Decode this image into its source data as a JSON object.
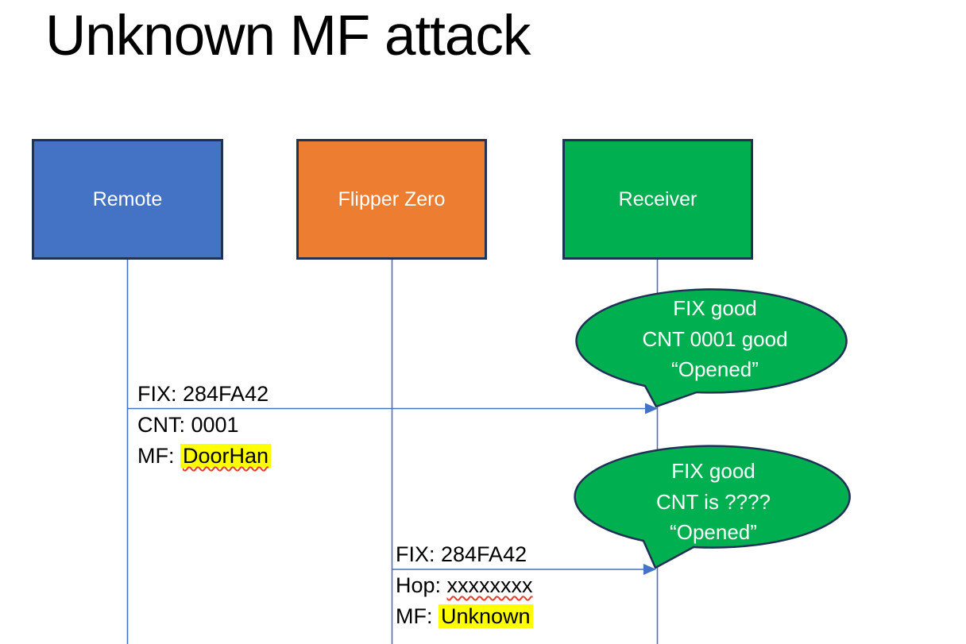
{
  "title": "Unknown MF attack",
  "actors": [
    {
      "label": "Remote",
      "fill": "#4472C4"
    },
    {
      "label": "Flipper Zero",
      "fill": "#ED7D31"
    },
    {
      "label": "Receiver",
      "fill": "#00B050"
    }
  ],
  "messages": [
    {
      "from": "Remote",
      "to": "Receiver",
      "lines": [
        {
          "text": "FIX: 284FA42"
        },
        {
          "text": "CNT: 0001"
        },
        {
          "prefix": "MF: ",
          "value": "DoorHan",
          "highlight": true,
          "spellcheck_underline": true
        }
      ]
    },
    {
      "from": "Flipper Zero",
      "to": "Receiver",
      "lines": [
        {
          "text": "FIX: 284FA42"
        },
        {
          "prefix": "Hop: ",
          "value": "xxxxxxxx",
          "spellcheck_underline": true
        },
        {
          "prefix": "MF: ",
          "value": "Unknown",
          "highlight": true
        }
      ]
    }
  ],
  "callouts": [
    {
      "lines": [
        "FIX good",
        "CNT 0001 good",
        "“Opened”"
      ]
    },
    {
      "lines": [
        "FIX good",
        "CNT is ????",
        "“Opened”"
      ]
    }
  ],
  "colors": {
    "actor_blue": "#4472C4",
    "actor_orange": "#ED7D31",
    "actor_green": "#00B050",
    "shape_border": "#1F3256",
    "line_blue": "#4472C4",
    "highlight_yellow": "#FFFF00",
    "spellcheck_red": "#E33F2C",
    "text_white": "#FFFFFF",
    "text_black": "#000000"
  }
}
